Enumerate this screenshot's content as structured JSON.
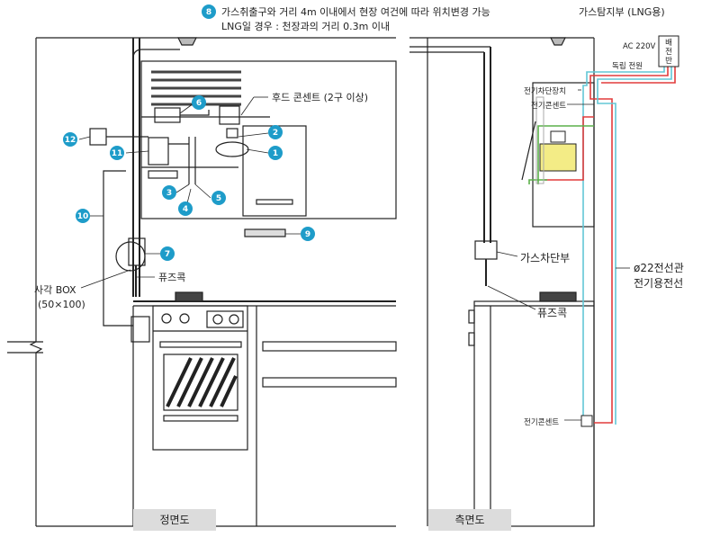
{
  "colors": {
    "circle_badge": "#1e9cc9",
    "line": "#222222",
    "red_wire": "#e23b3b",
    "green_wire": "#5bb04a",
    "cyan_wire": "#62c7d6",
    "yellow_box": "#f3ec86",
    "caption_bg": "#dcdcdc"
  },
  "notes": {
    "line1": "가스취출구와 거리 4m 이내에서 현장 여건에 따라 위치변경 가능",
    "line2": "LNG일 경우 : 천장과의 거리 0.3m 이내"
  },
  "badges": {
    "n1": "1",
    "n2": "2",
    "n3": "3",
    "n4": "4",
    "n5": "5",
    "n6": "6",
    "n7": "7",
    "n8": "8",
    "n9": "9",
    "n10": "10",
    "n11": "11",
    "n12": "12"
  },
  "front": {
    "hood_outlet": "후드 콘센트 (2구 이상)",
    "square_box": "사각 BOX",
    "square_box_size": "(50×100)",
    "fuse_cock": "퓨즈콕",
    "caption": "정면도"
  },
  "side": {
    "gas_detector": "가스탐지부 (LNG용)",
    "ac": "AC 220V",
    "panel": [
      "배",
      "전",
      "반"
    ],
    "independent_power": "독립 전원",
    "cutoff_device": "전기차단장치",
    "outlet_top": "전기콘센트",
    "gas_cutoff": "가스차단부",
    "conduit_1": "ø22전선관",
    "conduit_2": "전기용전선",
    "fuse_cock": "퓨즈콕",
    "outlet_bottom": "전기콘센트",
    "caption": "측면도"
  }
}
